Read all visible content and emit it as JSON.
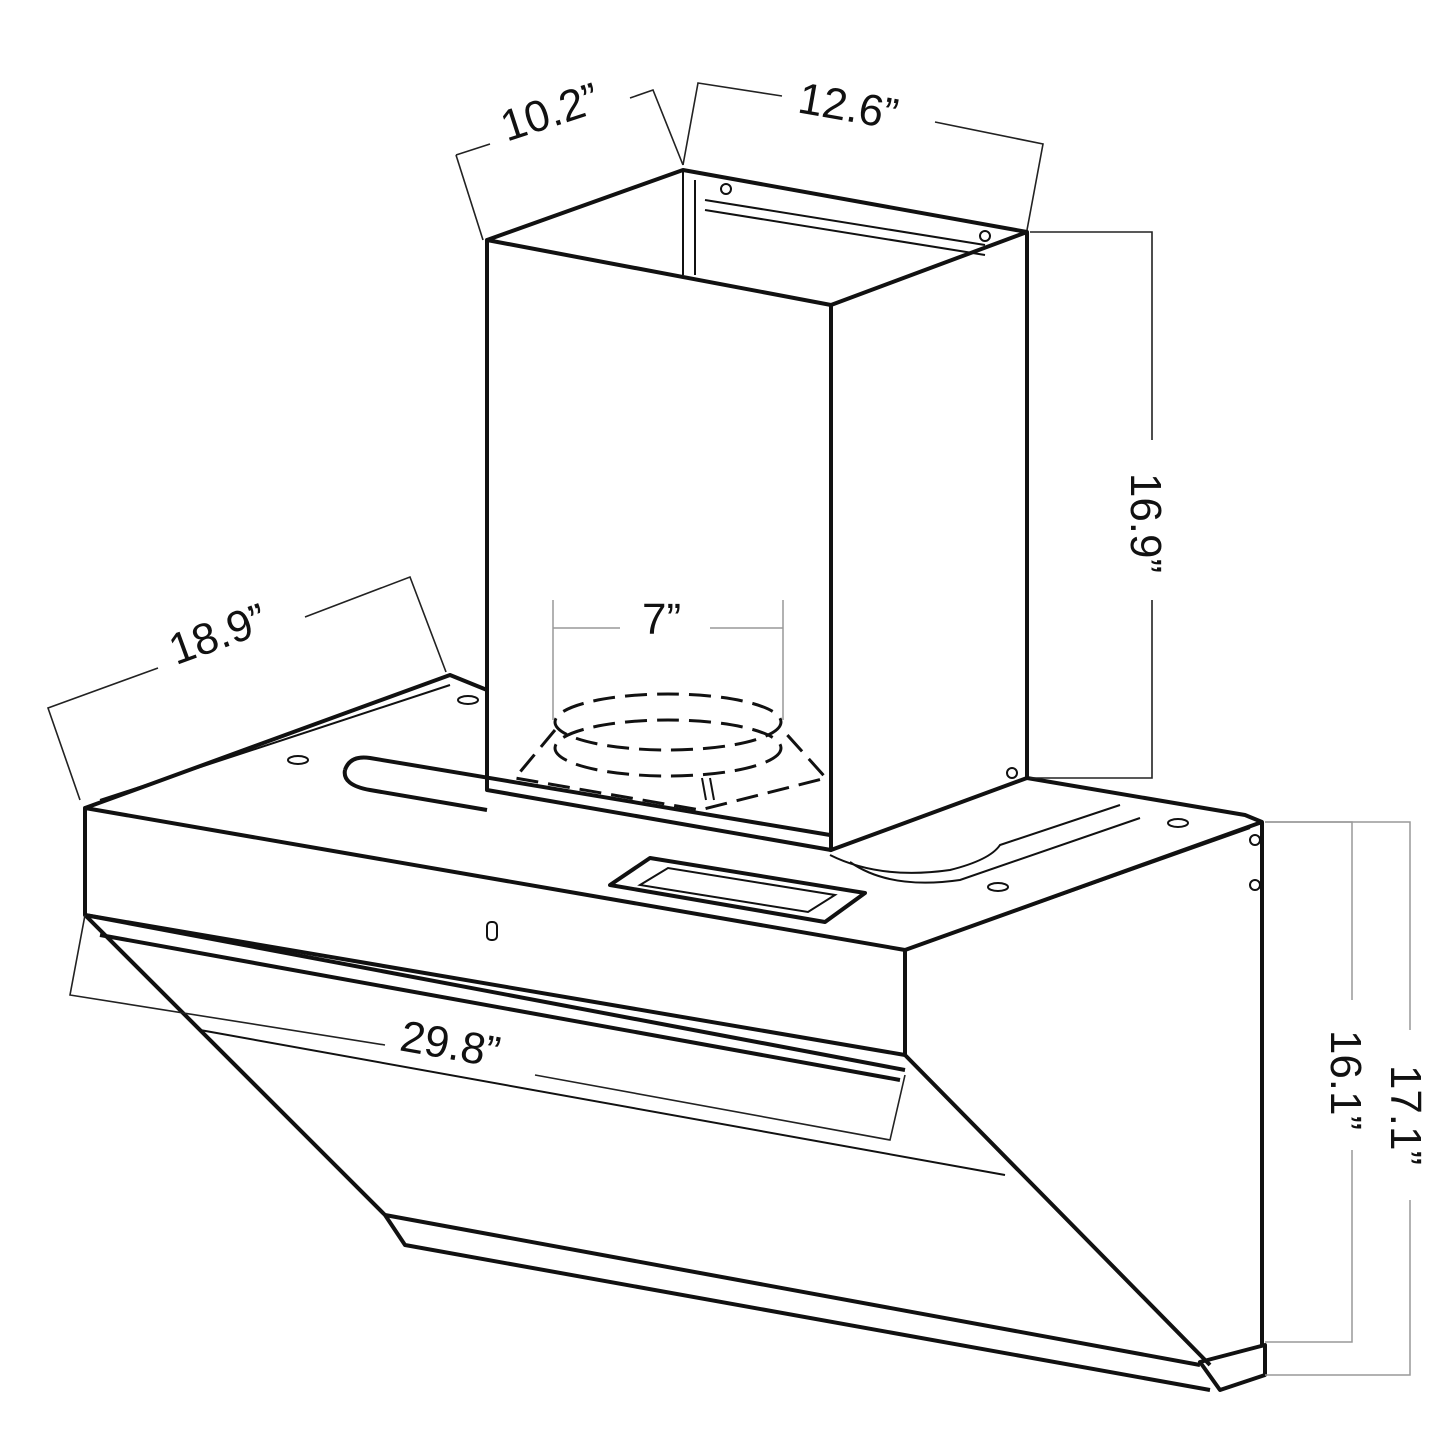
{
  "dimensions": {
    "chimney_depth": "10.2”",
    "chimney_width": "12.6”",
    "chimney_height": "16.9”",
    "duct_diameter": "7”",
    "hood_depth": "18.9”",
    "hood_width": "29.8”",
    "hood_height_inner": "16.1”",
    "hood_height_total": "17.1”"
  }
}
